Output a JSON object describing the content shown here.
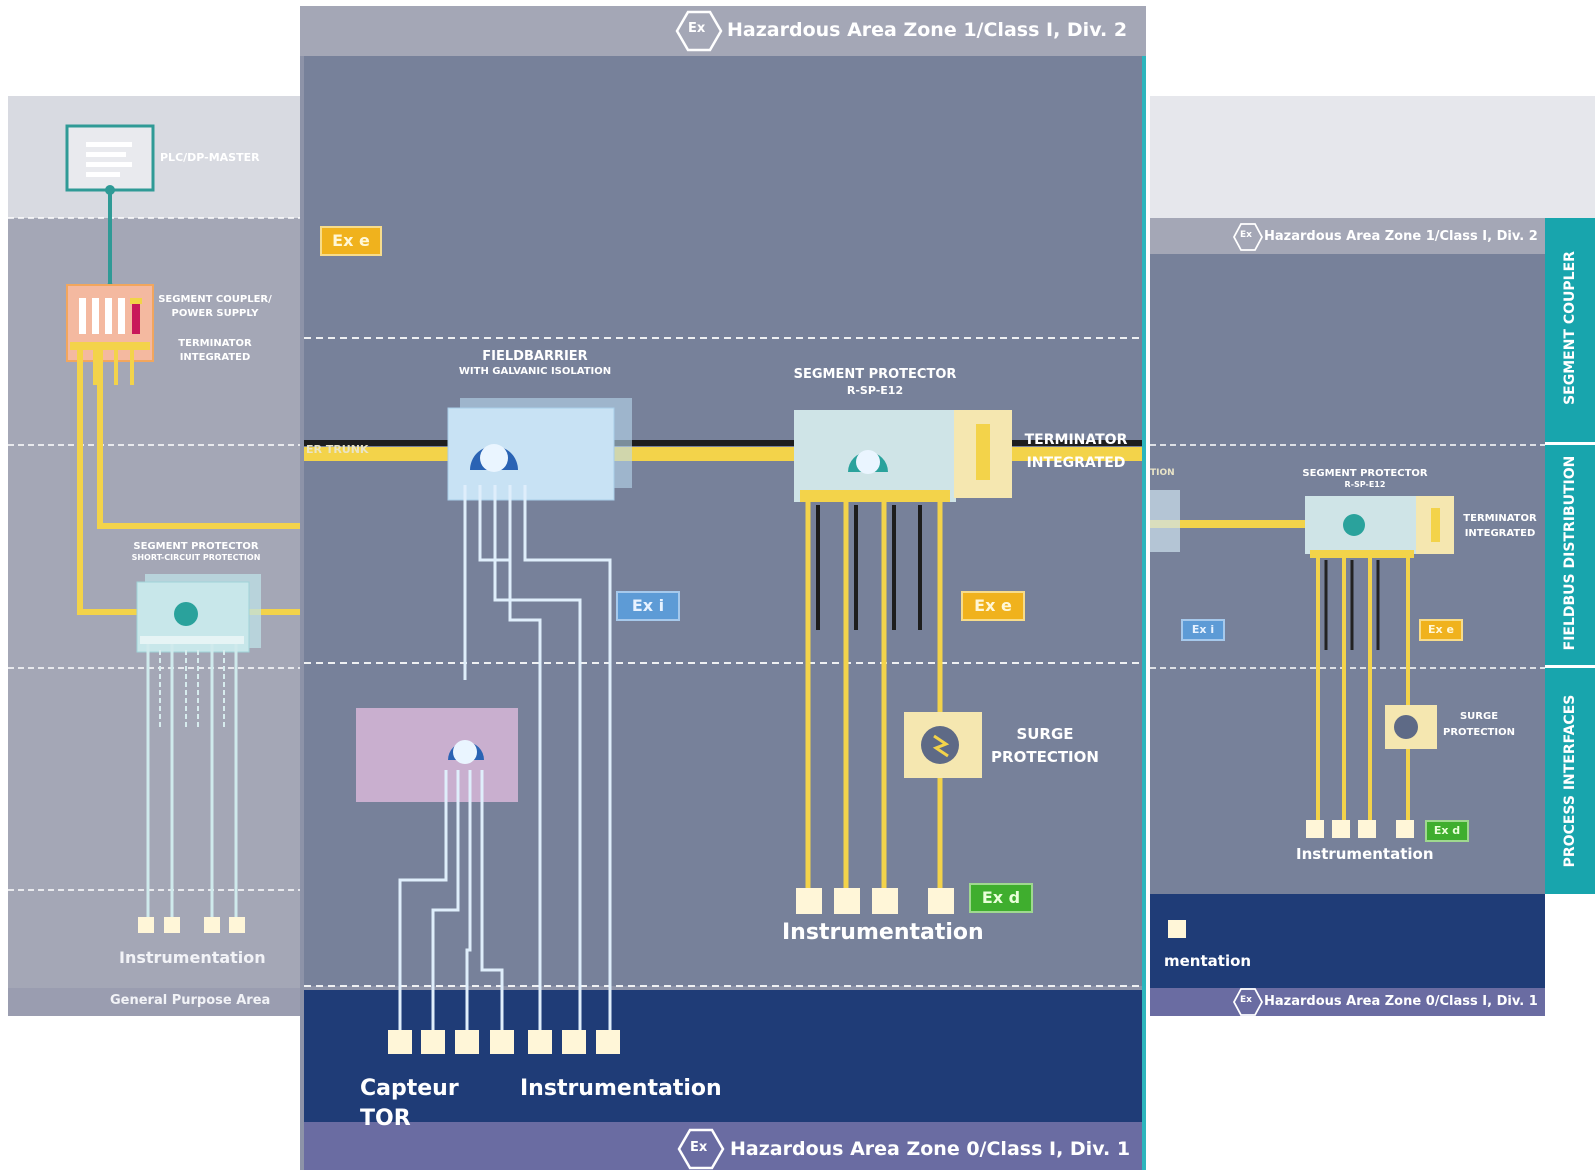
{
  "left_panel": {
    "plc_label": "PLC/DP-MASTER",
    "coupler_label_1": "SEGMENT COUPLER/",
    "coupler_label_2": "POWER SUPPLY",
    "terminator_label_1": "TERMINATOR",
    "terminator_label_2": "INTEGRATED",
    "protector_label_1": "SEGMENT PROTECTOR",
    "protector_label_2": "SHORT-CIRCUIT PROTECTION",
    "instrumentation_label": "Instrumentation",
    "area_label": "General Purpose Area"
  },
  "center_panel": {
    "zone_top_label": "Hazardous Area Zone 1/Class I, Div. 2",
    "zone_bottom_label": "Hazardous Area Zone 0/Class I, Div. 1",
    "ex_symbol": "Ex",
    "badge_exe_top": "Ex e",
    "trunk_label": "ER TRUNK",
    "fieldbarrier_label_1": "FIELDBARRIER",
    "fieldbarrier_label_2": "WITH GALVANIC ISOLATION",
    "protector_label_1": "SEGMENT PROTECTOR",
    "protector_label_2": "R-SP-E12",
    "terminator_label_1": "TERMINATOR",
    "terminator_label_2": "INTEGRATED",
    "badge_exi": "Ex i",
    "badge_exe": "Ex e",
    "surge_label_1": "SURGE",
    "surge_label_2": "PROTECTION",
    "badge_exd": "Ex d",
    "instrumentation_label": "Instrumentation",
    "capteur_label_1": "Capteur",
    "capteur_label_2": "TOR",
    "instrumentation_bottom_label": "Instrumentation"
  },
  "right_panel": {
    "zone_top_label": "Hazardous Area Zone 1/Class I, Div. 2",
    "zone_bottom_label": "Hazardous Area Zone 0/Class I, Div. 1",
    "trunk_label": "TION",
    "protector_label_1": "SEGMENT PROTECTOR",
    "protector_label_2": "R-SP-E12",
    "terminator_label_1": "TERMINATOR",
    "terminator_label_2": "INTEGRATED",
    "badge_exi": "Ex i",
    "badge_exe": "Ex e",
    "surge_label_1": "SURGE",
    "surge_label_2": "PROTECTION",
    "badge_exd": "Ex d",
    "instrumentation_label": "Instrumentation",
    "instrumentation_bottom_label": "mentation"
  },
  "side_tabs": {
    "segment_coupler": "SEGMENT COUPLER",
    "fieldbus_distribution": "FIELDBUS DISTRIBUTION",
    "process_interfaces": "PROCESS INTERFACES"
  },
  "colors": {
    "light_gray": "#d9dbe2",
    "mid_gray": "#a3a6b5",
    "slate": "#77819a",
    "navy": "#1f3c77",
    "purple_band": "#6c6ea6",
    "teal": "#18a5ad",
    "trunk_yellow": "#f3d34a"
  }
}
